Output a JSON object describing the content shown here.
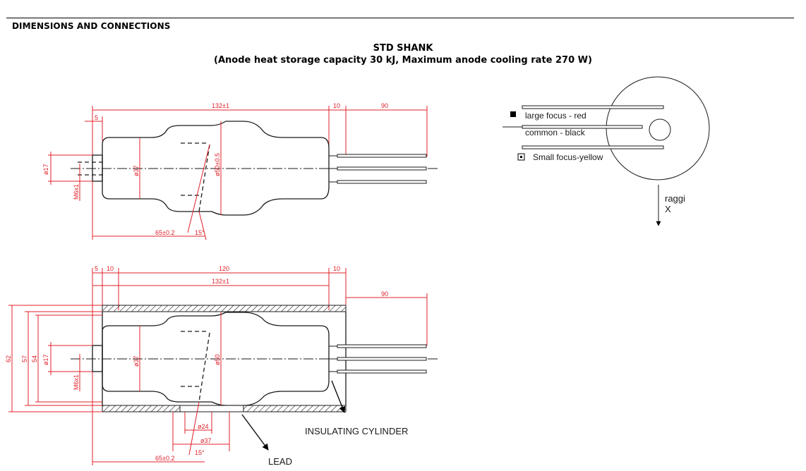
{
  "header": {
    "section_title": "DIMENSIONS AND CONNECTIONS",
    "title": "STD SHANK",
    "subtitle": "(Anode heat storage capacity 30 kJ, Maximum anode cooling rate 270 W)"
  },
  "top_drawing": {
    "dim_length": "132±1",
    "dim_10": "10",
    "dim_90": "90",
    "dim_5": "5",
    "dim_d17": "ø17",
    "dim_m6": "M6x1",
    "dim_d37": "ø37",
    "dim_d50": "ø50±0.5",
    "dim_65": "65±0.2",
    "dim_angle": "15°"
  },
  "bottom_drawing": {
    "dim_5": "5",
    "dim_10_left": "10",
    "dim_120": "120",
    "dim_10_right": "10",
    "dim_length": "132±1",
    "dim_90": "90",
    "dim_62": "62",
    "dim_57": "57",
    "dim_54": "54",
    "dim_d17": "ø17",
    "dim_m6": "M6x1",
    "dim_d37": "ø37",
    "dim_d50": "ø50",
    "dim_d24": "ø24",
    "dim_d37_window": "ø37",
    "dim_65": "65±0.2",
    "dim_angle": "15°",
    "label_insulating": "INSULATING CYLINDER",
    "label_lead": "LEAD"
  },
  "connections": {
    "large_focus": "large focus - red",
    "common": "common - black",
    "small_focus": "Small focus-yellow",
    "raggi": "raggi",
    "x": "X"
  }
}
